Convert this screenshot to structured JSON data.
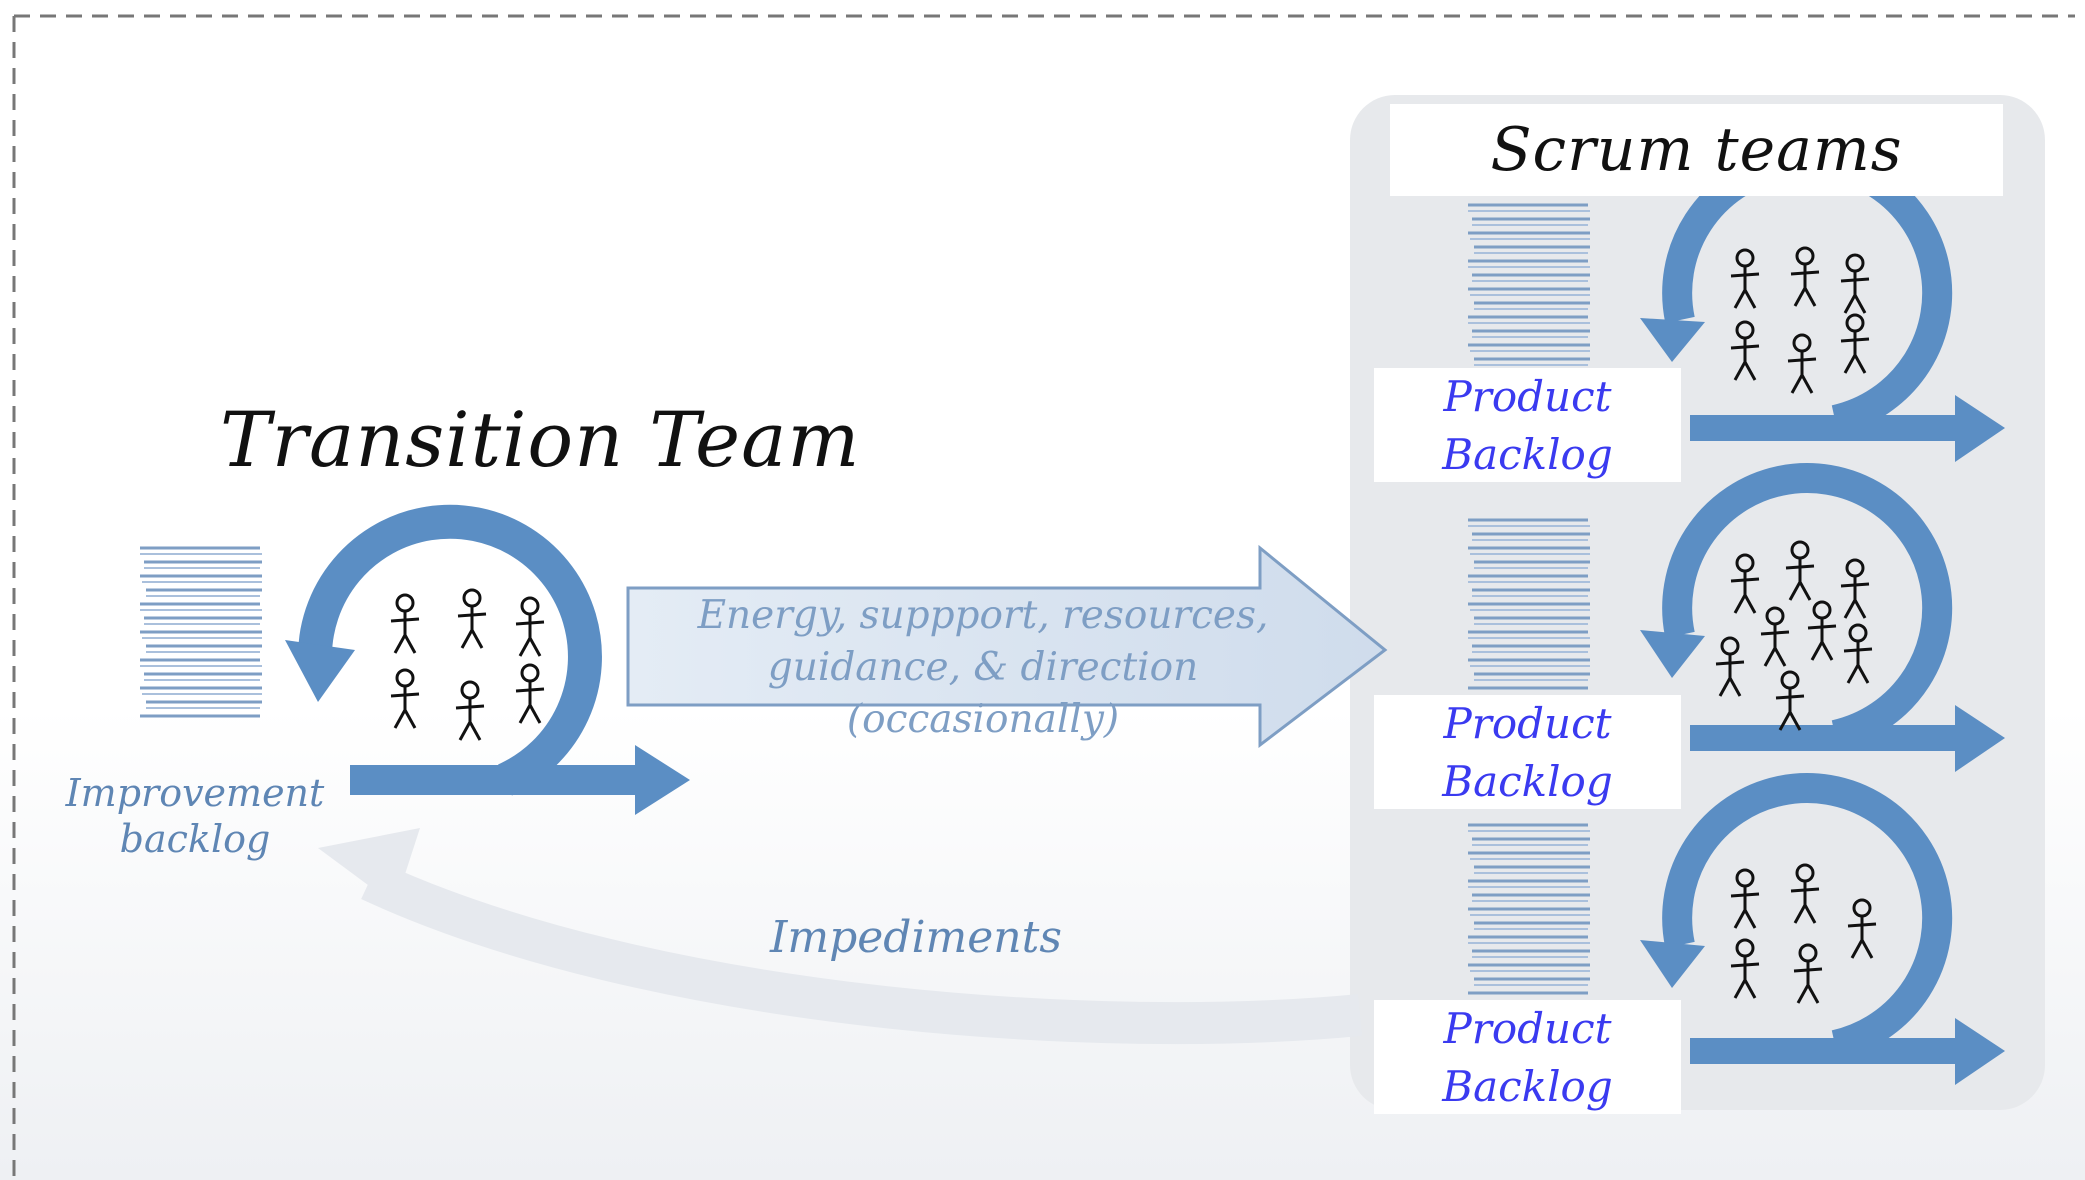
{
  "transition_team": {
    "title": "Transition Team",
    "backlog_label_line1": "Improvement",
    "backlog_label_line2": "backlog"
  },
  "scrum_panel": {
    "title": "Scrum teams",
    "teams": [
      {
        "backlog_line1": "Product",
        "backlog_line2": "Backlog"
      },
      {
        "backlog_line1": "Product",
        "backlog_line2": "Backlog"
      },
      {
        "backlog_line1": "Product",
        "backlog_line2": "Backlog"
      }
    ]
  },
  "flows": {
    "support_arrow_line1": "Energy, suppport, resources,",
    "support_arrow_line2": "guidance, & direction (occasionally)",
    "impediments_label": "Impediments"
  },
  "colors": {
    "arrow_blue": "#5b8ec4",
    "panel_gray": "#e7e9ec",
    "label_blue": "#3a3af0",
    "sketch_blue": "#7e9ec4"
  }
}
